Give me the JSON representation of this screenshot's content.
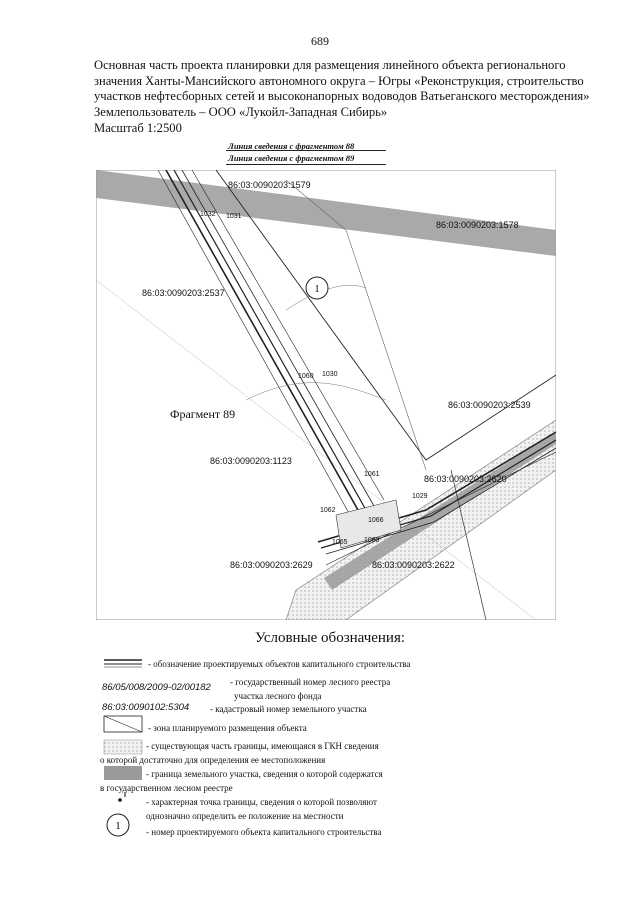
{
  "page_number": "689",
  "header": {
    "line1": "Основная часть проекта планировки для размещения линейного объекта регионального",
    "line2": "значения Ханты-Мансийского автономного округа – Югры «Реконструкция, строительство",
    "line3": "участков нефтесборных сетей и высоконапорных водоводов Ватьеганского месторождения»",
    "line4": "Землепользователь – ООО «Лукойл-Западная Сибирь»",
    "scale": "Масштаб 1:2500"
  },
  "map": {
    "line_info_1": "Линия сведения с фрагментом 88",
    "line_info_2": "Линия сведения с фрагментом 89",
    "fragment_label": "Фрагмент 89",
    "object_number": "1",
    "cadastral_labels": [
      "86:03:0090203:1579",
      "86:03:0090203:1578",
      "86:03:0090203:2537",
      "86:03:0090203:2539",
      "86:03:0090203:1123",
      "86:03:0090203:2620",
      "86:03:0090203:2629",
      "86:03:0090203:2622"
    ],
    "point_labels": [
      "1032",
      "1031",
      "1060",
      "1030",
      "1061",
      "1029",
      "1062",
      "1066",
      "1063",
      "1065"
    ]
  },
  "legend": {
    "title": "Условные обозначения:",
    "items": [
      {
        "label": "- обозначение проектируемых объектов капитального строительства"
      },
      {
        "code": "86/05/008/2009-02/00182",
        "label": "- государственный номер лесного реестра",
        "label2": "участка лесного фонда"
      },
      {
        "code": "86:03:0090102:5304",
        "label": "- кадастровый номер земельного участка"
      },
      {
        "label": "- зона планируемого размещения объекта"
      },
      {
        "label": "- существующая часть границы, имеющаяся в ГКН сведения",
        "label2": "о которой достаточно для определения ее местоположения"
      },
      {
        "label": "- граница земельного участка, сведения о которой содержатся",
        "label2": "в государственном лесном реестре"
      },
      {
        "label": "- характерная точка границы, сведения о которой позволяют",
        "label2": "однозначно определить ее положение на местности"
      },
      {
        "symbol": "1",
        "label": "- номер проектируемого объекта капитального строительства"
      }
    ]
  }
}
